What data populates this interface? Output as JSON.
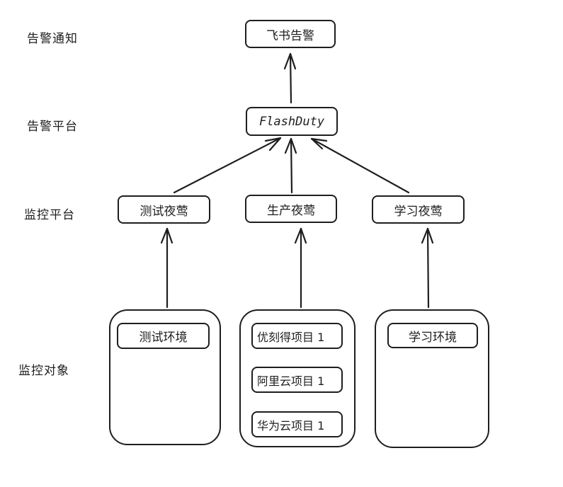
{
  "lanes": {
    "notify": "告警通知",
    "alert_platform": "告警平台",
    "monitor_platform": "监控平台",
    "monitor_target": "监控对象"
  },
  "nodes": {
    "feishu": "飞书告警",
    "flashduty": "FlashDuty",
    "test_nightingale": "测试夜莺",
    "prod_nightingale": "生产夜莺",
    "study_nightingale": "学习夜莺"
  },
  "targets": {
    "test_env": "测试环境",
    "prod_items": [
      "优刻得项目 1",
      "阿里云项目 1",
      "华为云项目 1"
    ],
    "study_env": "学习环境"
  },
  "colors": {
    "stroke": "#1e1e1e",
    "background": "#ffffff"
  }
}
